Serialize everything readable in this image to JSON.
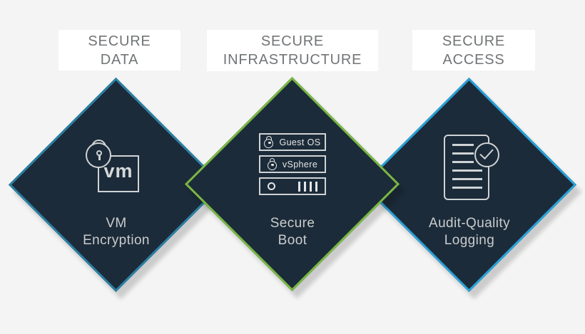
{
  "colors": {
    "background": "#f4f4f5",
    "diamond_fill": "#1c2b39",
    "secure_data_border": "#2b80a4",
    "secure_infrastructure_border": "#79b743",
    "secure_access_border": "#2aa2d8",
    "header_text": "#717476",
    "title_text": "#c9ccce",
    "icon_stroke": "#cfd3d5"
  },
  "headers": [
    {
      "label": "SECURE\nDATA"
    },
    {
      "label": "SECURE\nINFRASTRUCTURE"
    },
    {
      "label": "SECURE\nACCESS"
    }
  ],
  "diamonds": [
    {
      "title": "VM\nEncryption",
      "icon": "vm-encryption-lock-icon",
      "vm_label": "vm",
      "border_color": "#2b80a4"
    },
    {
      "title": "Secure\nBoot",
      "icon": "secure-boot-server-stack-icon",
      "border_color": "#79b743",
      "servers": [
        {
          "icon": "lock-icon",
          "label": "Guest OS"
        },
        {
          "icon": "lock-icon",
          "label": "vSphere"
        },
        {
          "icon": "server-drive-icon",
          "label": ""
        }
      ]
    },
    {
      "title": "Audit-Quality\nLogging",
      "icon": "audit-log-document-icon",
      "border_color": "#2aa2d8"
    }
  ]
}
